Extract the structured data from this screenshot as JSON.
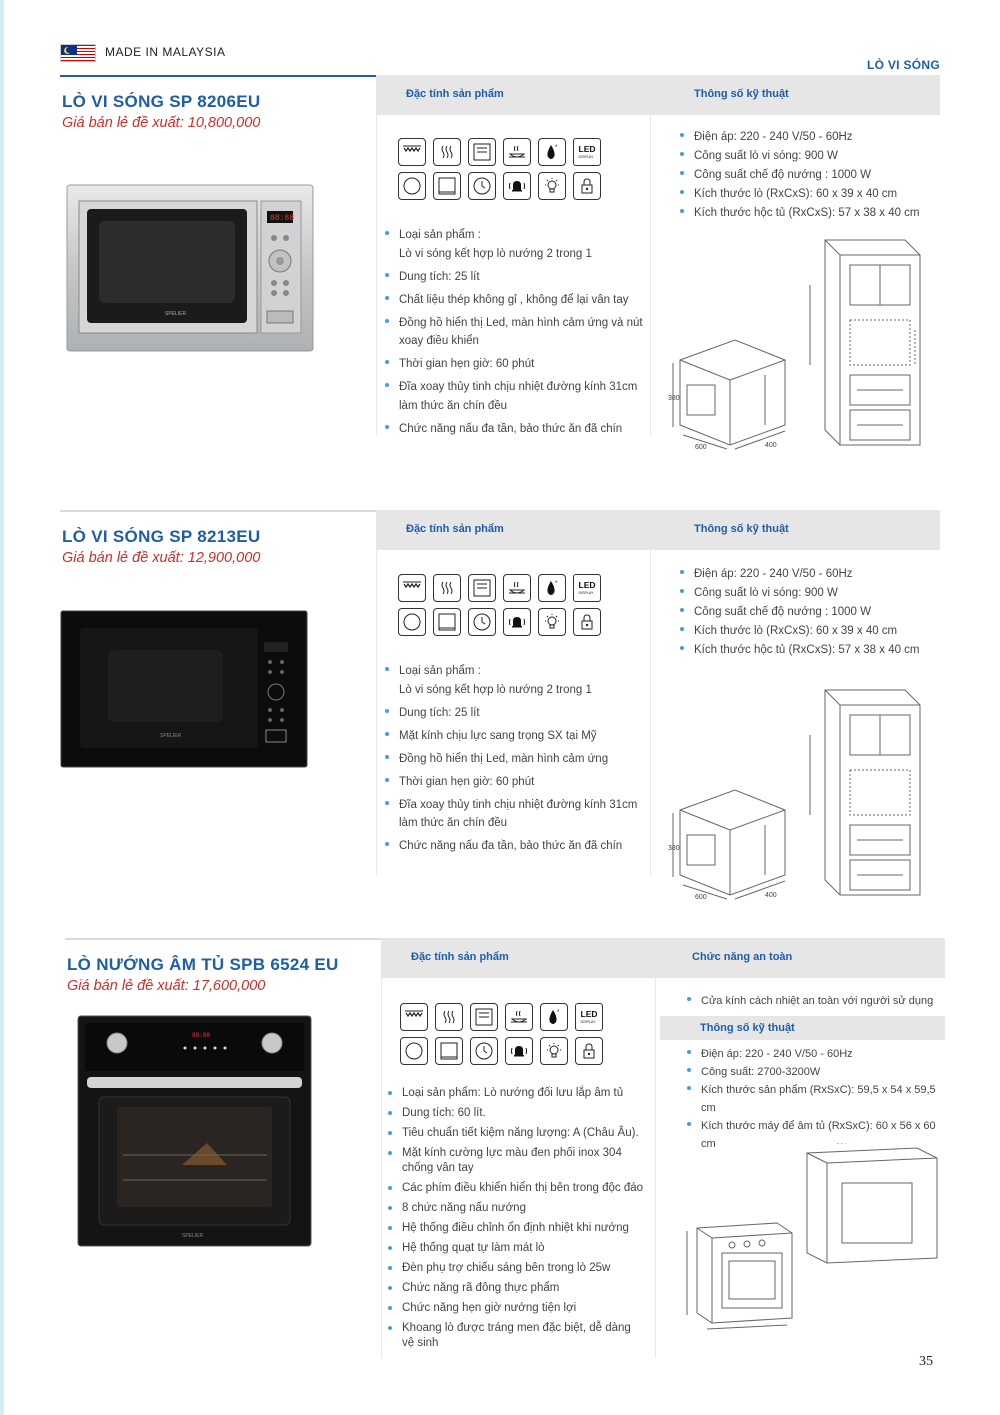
{
  "header": {
    "made_in": "MADE IN MALAYSIA",
    "category": "LÒ VI SÓNG"
  },
  "products": [
    {
      "title": "LÒ VI SÓNG SP 8206EU",
      "price": "Giá bán lẻ đề xuất: 10,800,000",
      "features_heading": "Đặc tính sản phẩm",
      "specs_heading": "Thông số kỹ thuật",
      "features": [
        {
          "line1": "Loại sản phẩm :",
          "line2": "Lò vi sóng kết hợp lò nướng 2 trong 1"
        },
        {
          "line1": "Dung tích: 25 lít"
        },
        {
          "line1": "Chất liệu thép không gỉ , không để lại vân tay"
        },
        {
          "line1": "Đồng hồ hiển thị Led, màn hình cảm ứng và nút",
          "line2": "xoay điều khiển"
        },
        {
          "line1": "Thời gian hẹn giờ: 60 phút"
        },
        {
          "line1": "Đĩa xoay thủy tinh chịu nhiệt đường kính 31cm",
          "line2": "làm thức ăn chín đều"
        },
        {
          "line1": "Chức năng nấu đa tần, bảo thức ăn đã chín"
        }
      ],
      "specs": [
        "Điện áp: 220 - 240 V/50 - 60Hz",
        "Công suất lò vi sóng: 900 W",
        "Công suất chế độ nướng : 1000 W",
        "Kích thước lò (RxCxS): 60 x 39 x 40 cm",
        "Kích thước hộc tủ (RxCxS): 57 x 38 x 40 cm"
      ],
      "image_color": "#c9cbcd"
    },
    {
      "title": "LÒ VI SÓNG SP 8213EU",
      "price": "Giá bán lẻ đề xuất: 12,900,000",
      "features_heading": "Đặc tính sản phẩm",
      "specs_heading": "Thông số kỹ thuật",
      "features": [
        {
          "line1": "Loại sản phẩm :",
          "line2": "Lò vi sóng kết hợp lò nướng 2 trong 1"
        },
        {
          "line1": "Dung tích: 25 lít"
        },
        {
          "line1": "Mặt kính chịu lực sang trọng SX tại Mỹ"
        },
        {
          "line1": "Đồng hồ hiển thị Led, màn hình cảm ứng"
        },
        {
          "line1": "Thời gian hẹn giờ: 60 phút"
        },
        {
          "line1": "Đĩa xoay thủy tinh chịu nhiệt đường kính 31cm",
          "line2": "làm thức ăn chín đều"
        },
        {
          "line1": "Chức năng nấu đa tần, bảo thức ăn đã chín"
        }
      ],
      "specs": [
        "Điện áp: 220 - 240 V/50 - 60Hz",
        "Công suất lò vi sóng: 900 W",
        "Công suất chế độ nướng : 1000 W",
        "Kích thước lò (RxCxS): 60 x 39 x 40 cm",
        "Kích thước hộc tủ (RxCxS): 57 x 38 x 40 cm"
      ]
    },
    {
      "title": "LÒ NƯỚNG ÂM TỦ SPB 6524 EU",
      "price": "Giá bán lẻ đề xuất: 17,600,000",
      "features_heading": "Đặc tính sản phẩm",
      "safety_heading": "Chức năng an toàn",
      "safety": [
        "Cửa kính cách nhiệt an toàn với người sử dụng"
      ],
      "specs_heading": "Thông số kỹ thuật",
      "features": [
        {
          "line1": "Loại sản phẩm: Lò nướng đối lưu lắp âm tủ"
        },
        {
          "line1": "Dung tích: 60 lít."
        },
        {
          "line1": "Tiêu chuẩn tiết kiệm năng lượng: A (Châu Âu)."
        },
        {
          "line1": "Mặt kính cường lực màu đen phối inox 304",
          "line2": "chống vân tay"
        },
        {
          "line1": "Các phím điều khiển hiển thị bên trong độc đáo"
        },
        {
          "line1": "8 chức năng nấu nướng"
        },
        {
          "line1": "Hệ thống điều chỉnh ổn định nhiệt khi nướng"
        },
        {
          "line1": "Hệ thống quạt tự làm mát lò"
        },
        {
          "line1": "Đèn phụ trợ chiếu sáng bên trong lò 25w"
        },
        {
          "line1": "Chức năng rã đông thực phẩm"
        },
        {
          "line1": "Chức năng hẹn giờ nướng tiện lợi"
        },
        {
          "line1": "Khoang lò được tráng men đặc biệt, dễ dàng",
          "line2": "vệ sinh"
        }
      ],
      "specs": [
        "Điện áp: 220 - 240 V/50 - 60Hz",
        "Công suất: 2700-3200W",
        "Kích thước sản phẩm (RxSxC): 59,5 x 54 x 59,5 cm",
        "Kích thước máy để âm tủ (RxSxC): 60 x 56 x 60 cm"
      ]
    }
  ],
  "icons": {
    "row1": [
      "grill-icon",
      "steam-heat-icon",
      "microwave-icon",
      "dish-icon",
      "defrost-icon",
      "led-display-icon"
    ],
    "row2": [
      "turntable-icon",
      "oven-cavity-icon",
      "timer-icon",
      "alarm-icon",
      "lamp-icon",
      "child-lock-icon"
    ],
    "led_text": "LED",
    "led_sub": "DISPLAY"
  },
  "diagram_labels": {
    "width": "600",
    "depth": "400",
    "height": "380"
  },
  "page_number": "35",
  "colors": {
    "title_blue": "#1e5ea8",
    "price_red": "#c8302c",
    "bullet_blue": "#3aa3d8",
    "header_gray": "#e6e6e6"
  }
}
